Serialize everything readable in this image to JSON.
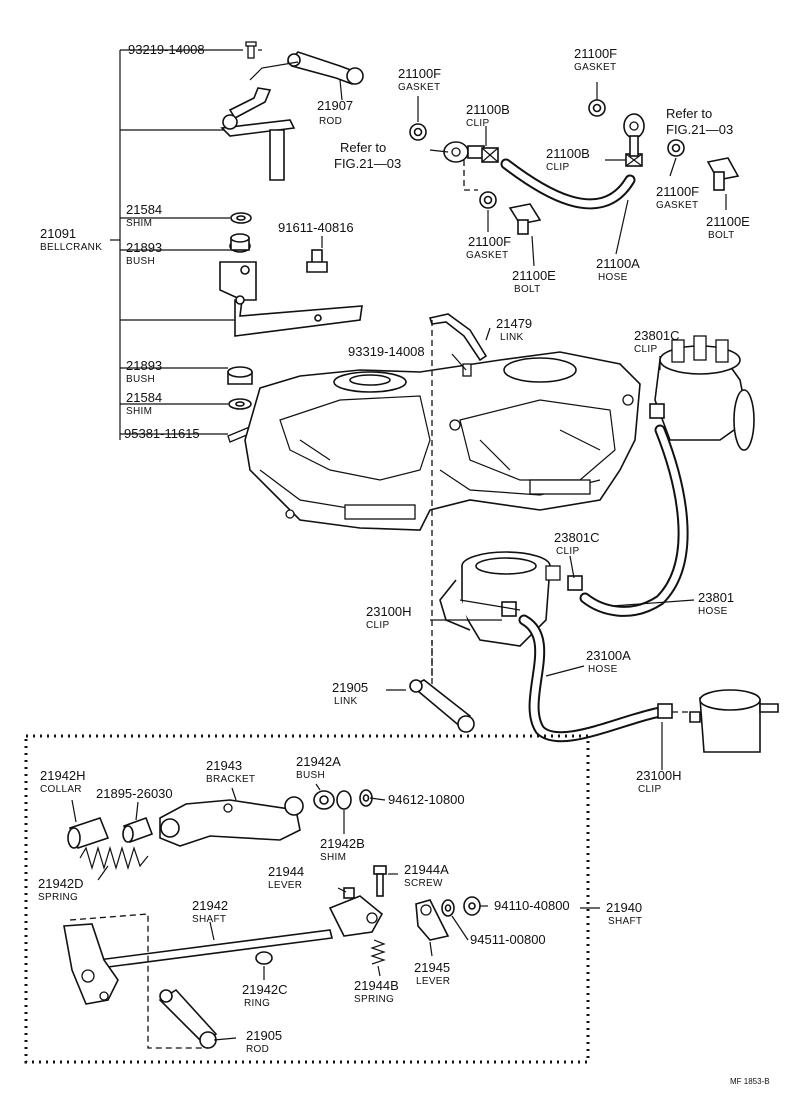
{
  "labels": {
    "p93219": "93219-14008",
    "p21907": "21907",
    "n21907": "ROD",
    "p21091": "21091",
    "n21091": "BELLCRANK",
    "p21584a": "21584",
    "n21584a": "SHIM",
    "p21893a": "21893",
    "n21893a": "BUSH",
    "p91611": "91611-40816",
    "p21893b": "21893",
    "n21893b": "BUSH",
    "p21584b": "21584",
    "n21584b": "SHIM",
    "p95381": "95381-11615",
    "p93319": "93319-14008",
    "p21479": "21479",
    "n21479": "LINK",
    "p21100f1": "21100F",
    "n21100f1": "GASKET",
    "p21100f2": "21100F",
    "n21100f2": "GASKET",
    "p21100b1": "21100B",
    "n21100b1": "CLIP",
    "p21100b2": "21100B",
    "n21100b2": "CLIP",
    "ref1a": "Refer to",
    "ref1b": "FIG.21—03",
    "ref2a": "Refer to",
    "ref2b": "FIG.21—03",
    "p21100f3": "21100F",
    "n21100f3": "GASKET",
    "p21100f4": "21100F",
    "n21100f4": "GASKET",
    "p21100e1": "21100E",
    "n21100e1": "BOLT",
    "p21100e2": "21100E",
    "n21100e2": "BOLT",
    "p21100a": "21100A",
    "n21100a": "HOSE",
    "p23801c1": "23801C",
    "n23801c1": "CLIP",
    "p23801c2": "23801C",
    "n23801c2": "CLIP",
    "p23801": "23801",
    "n23801": "HOSE",
    "p23100h1": "23100H",
    "n23100h1": "CLIP",
    "p23100a": "23100A",
    "n23100a": "HOSE",
    "p21905a": "21905",
    "n21905a": "LINK",
    "p23100h2": "23100H",
    "n23100h2": "CLIP",
    "p21942h": "21942H",
    "n21942h": "COLLAR",
    "p21895": "21895-26030",
    "p21943": "21943",
    "n21943": "BRACKET",
    "p21942a": "21942A",
    "n21942a": "BUSH",
    "p94612": "94612-10800",
    "p21942b": "21942B",
    "n21942b": "SHIM",
    "p21942d": "21942D",
    "n21942d": "SPRING",
    "p21944": "21944",
    "n21944": "LEVER",
    "p21944a": "21944A",
    "n21944a": "SCREW",
    "p21942": "21942",
    "n21942": "SHAFT",
    "p94110": "94110-40800",
    "p21940": "21940",
    "n21940": "SHAFT",
    "p94511": "94511-00800",
    "p21942c": "21942C",
    "n21942c": "RING",
    "p21944b": "21944B",
    "n21944b": "SPRING",
    "p21945": "21945",
    "n21945": "LEVER",
    "p21905b": "21905",
    "n21905b": "ROD",
    "footer": "MF  1853-B"
  }
}
